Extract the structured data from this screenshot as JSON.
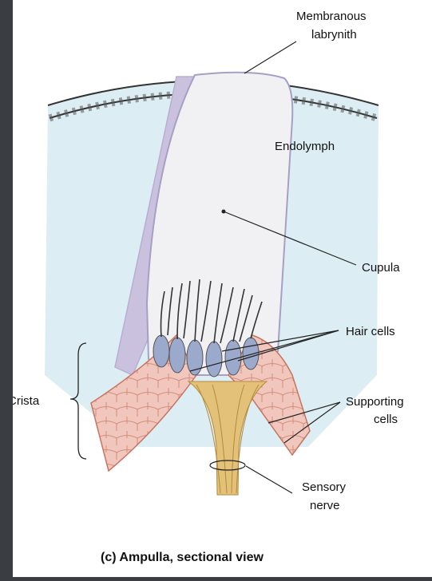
{
  "labels": {
    "membranous_line1": "Membranous",
    "membranous_line2": "labrynith",
    "endolymph": "Endolymph",
    "cupula": "Cupula",
    "hair_cells": "Hair cells",
    "crista": "Crista",
    "supporting_line1": "Supporting",
    "supporting_line2": "cells",
    "sensory_line1": "Sensory",
    "sensory_line2": "nerve"
  },
  "caption": "(c) Ampulla, sectional view",
  "colors": {
    "background": "#3a3d42",
    "panel": "#ffffff",
    "endolymph_fill": "#dceef4",
    "cupula_fill": "#f1f1f4",
    "cupula_edge": "#b8afd0",
    "tissue_fill": "#f1c6bd",
    "tissue_lines": "#c7745f",
    "hair_cell_fill": "#9ba9cc",
    "nerve_fill": "#e3c178"
  }
}
